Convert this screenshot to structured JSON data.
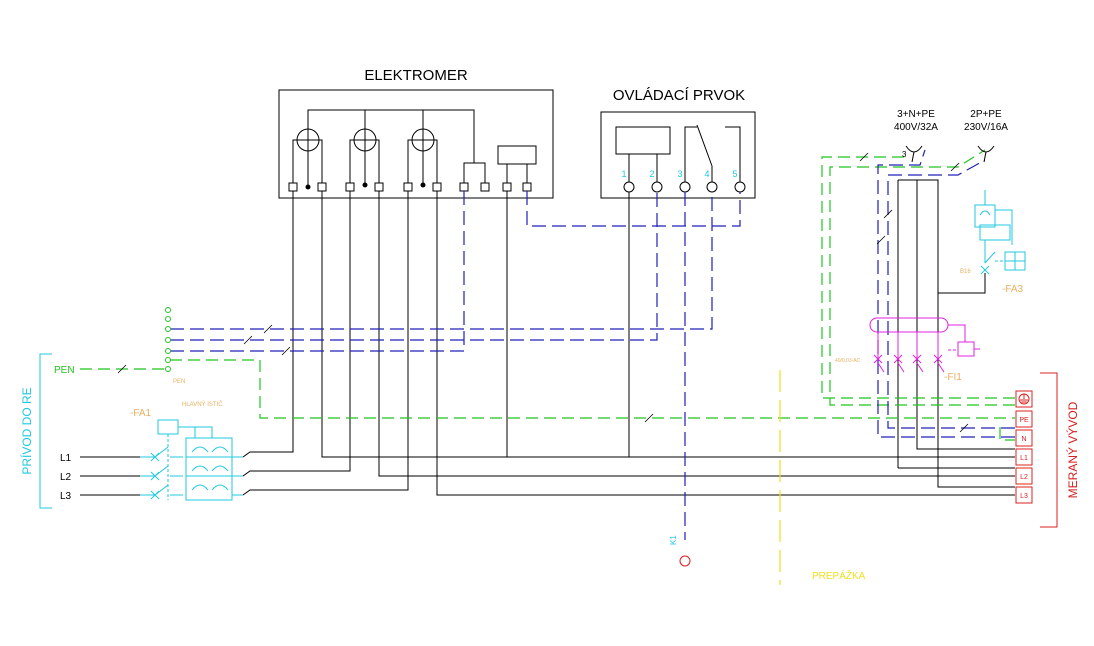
{
  "labels": {
    "meter_title": "ELEKTROMER",
    "control_title": "OVLÁDACÍ PRVOK",
    "supply_side": "PRÍVOD DO RE",
    "measured_side": "MERANÝ VÝVOD",
    "partition": "PREPÁŽKA",
    "pen": "PEN",
    "pen_small": "PEN",
    "fa1": "-FA1",
    "main_breaker": "HLAVNÝ ISTIČ",
    "fa3": "-FA3",
    "fi1": "-FI1",
    "fi1_rating": "40/0,03-AC",
    "b16": "B16",
    "k1": "K1",
    "socket3_type": "3+N+PE",
    "socket3_rating": "400V/32A",
    "socket3_num": "3",
    "socket2_type": "2P+PE",
    "socket2_rating": "230V/16A"
  },
  "supply_lines": [
    "L1",
    "L2",
    "L3"
  ],
  "output_terminals": [
    "PE",
    "N",
    "L1",
    "L2",
    "L3"
  ],
  "control_pins": [
    "1",
    "2",
    "3",
    "4",
    "5"
  ],
  "colors": {
    "black": "#000000",
    "green": "#22c322",
    "blue": "#2020b8",
    "cyan": "#20c8e0",
    "magenta": "#e020e0",
    "red": "#d82020",
    "yellow": "#f0e020",
    "orange": "#e8b060"
  }
}
